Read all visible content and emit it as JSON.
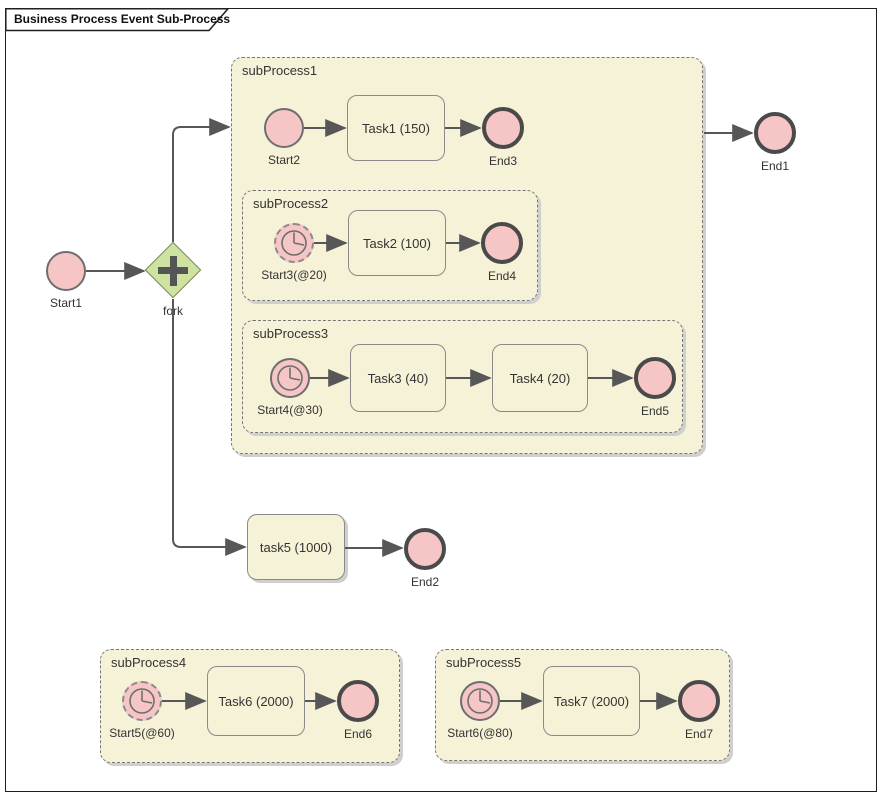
{
  "diagram": {
    "title": "Business Process Event Sub-Process"
  },
  "subprocesses": {
    "sp1": "subProcess1",
    "sp2": "subProcess2",
    "sp3": "subProcess3",
    "sp4": "subProcess4",
    "sp5": "subProcess5"
  },
  "tasks": {
    "task1": "Task1 (150)",
    "task2": "Task2 (100)",
    "task3": "Task3 (40)",
    "task4": "Task4 (20)",
    "task5": "task5 (1000)",
    "task6": "Task6 (2000)",
    "task7": "Task7 (2000)"
  },
  "events": {
    "start1": "Start1",
    "start2": "Start2",
    "start3": "Start3(@20)",
    "start4": "Start4(@30)",
    "start5": "Start5(@60)",
    "start6": "Start6(@80)",
    "end1": "End1",
    "end2": "End2",
    "end3": "End3",
    "end4": "End4",
    "end5": "End5",
    "end6": "End6",
    "end7": "End7"
  },
  "gateway": {
    "label": "fork"
  },
  "icons": {
    "timer": "clock-icon",
    "fork": "plus-icon",
    "arrowhead": "arrowhead-icon"
  },
  "colors": {
    "subprocess_fill": "#f6f2d8",
    "task_fill": "#f6f2d8",
    "event_fill": "#f6c6c6",
    "gateway_fill": "#cde39f",
    "connector": "#575757",
    "end_border": "#4a4a4a",
    "shadow": "#cfcfcf"
  }
}
